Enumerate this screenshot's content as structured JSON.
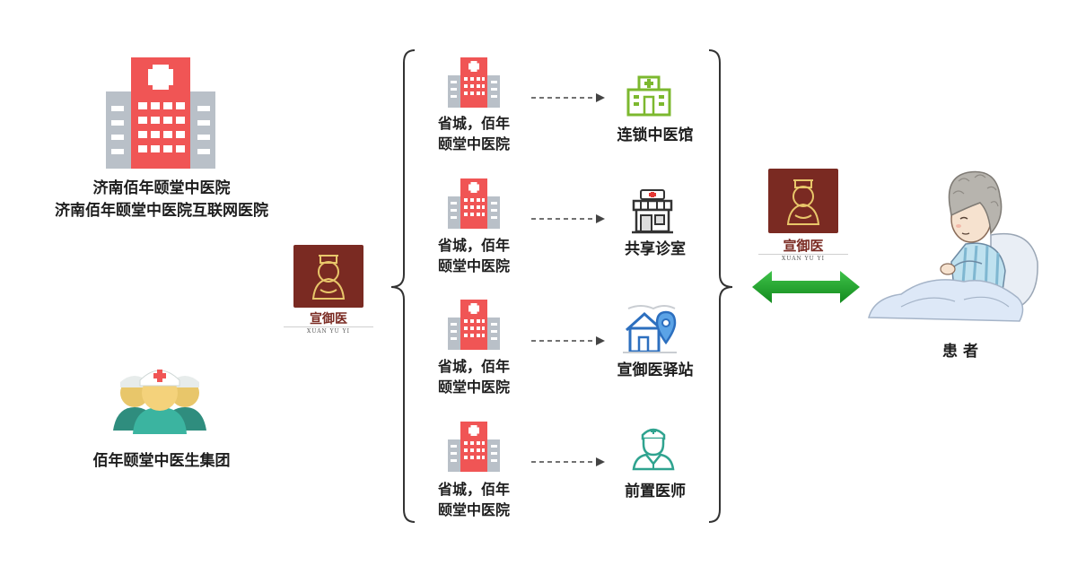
{
  "hospital": {
    "line1": "济南佰年颐堂中医院",
    "line2": "济南佰年颐堂中医院互联网医院"
  },
  "doctor_group": {
    "label": "佰年颐堂中医生集团"
  },
  "logo": {
    "name": "宣御医",
    "pinyin": "XUAN YU YI"
  },
  "rows": [
    {
      "hospital_line1": "省城，佰年",
      "hospital_line2": "颐堂中医院",
      "service": "连锁中医馆",
      "icon": "clinic-icon"
    },
    {
      "hospital_line1": "省城，佰年",
      "hospital_line2": "颐堂中医院",
      "service": "共享诊室",
      "icon": "shop-icon"
    },
    {
      "hospital_line1": "省城，佰年",
      "hospital_line2": "颐堂中医院",
      "service": "宣御医驿站",
      "icon": "house-pin-icon"
    },
    {
      "hospital_line1": "省城，佰年",
      "hospital_line2": "颐堂中医院",
      "service": "前置医师",
      "icon": "doctor-icon"
    }
  ],
  "patient": {
    "label": "患 者"
  },
  "colors": {
    "hospital_red": "#f05555",
    "hospital_gray": "#b9c0c8",
    "logo_brown": "#7a2a22",
    "arrow_green": "#1fa52a",
    "clinic_green": "#7cb82f",
    "doctor_teal": "#3bb4a0",
    "house_blue": "#2c6fbf"
  }
}
